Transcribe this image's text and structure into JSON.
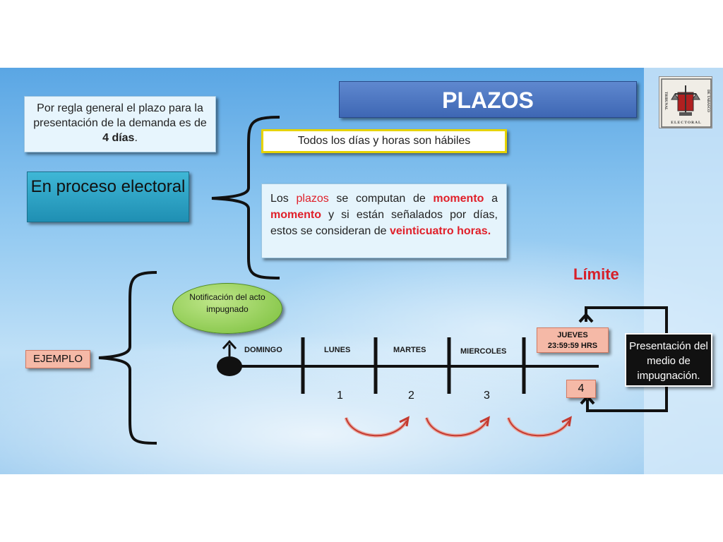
{
  "title": "PLAZOS",
  "logo": {
    "lines": [
      "TRIBUNAL",
      "DE TABASCO",
      "ELECTORAL"
    ],
    "icon": "scales-of-justice-icon"
  },
  "intro": {
    "text_before": "Por regla general el plazo para la presentación de la demanda es de ",
    "bold": "4 días",
    "text_after": "."
  },
  "proceso": "En proceso electoral",
  "habiles": "Todos los días y horas son hábiles",
  "computan": {
    "p1": "Los ",
    "plazos": "plazos",
    "p2": " se computan de ",
    "momento1": "momento",
    "p3": " a ",
    "momento2": "momento",
    "p4": " y si están señalados por días, estos se consideran de ",
    "veinticuatro": "veinticuatro horas."
  },
  "ejemplo": "EJEMPLO",
  "limite": "Límite",
  "notificacion": "Notificación del acto impugnado",
  "days": [
    "DOMINGO",
    "LUNES",
    "MARTES",
    "MIERCOLES"
  ],
  "numbers": [
    "1",
    "2",
    "3"
  ],
  "jueves": {
    "day": "JUEVES",
    "time": "23:59:59 HRS"
  },
  "cuatro": "4",
  "presentacion": "Presentación del medio de impugnación.",
  "colors": {
    "title_bg": "#4a74c0",
    "highlight_red": "#e0202a",
    "habiles_border": "#e6d300",
    "notif_green": "#8ccc4a",
    "salmon": "#f5b9a7"
  }
}
